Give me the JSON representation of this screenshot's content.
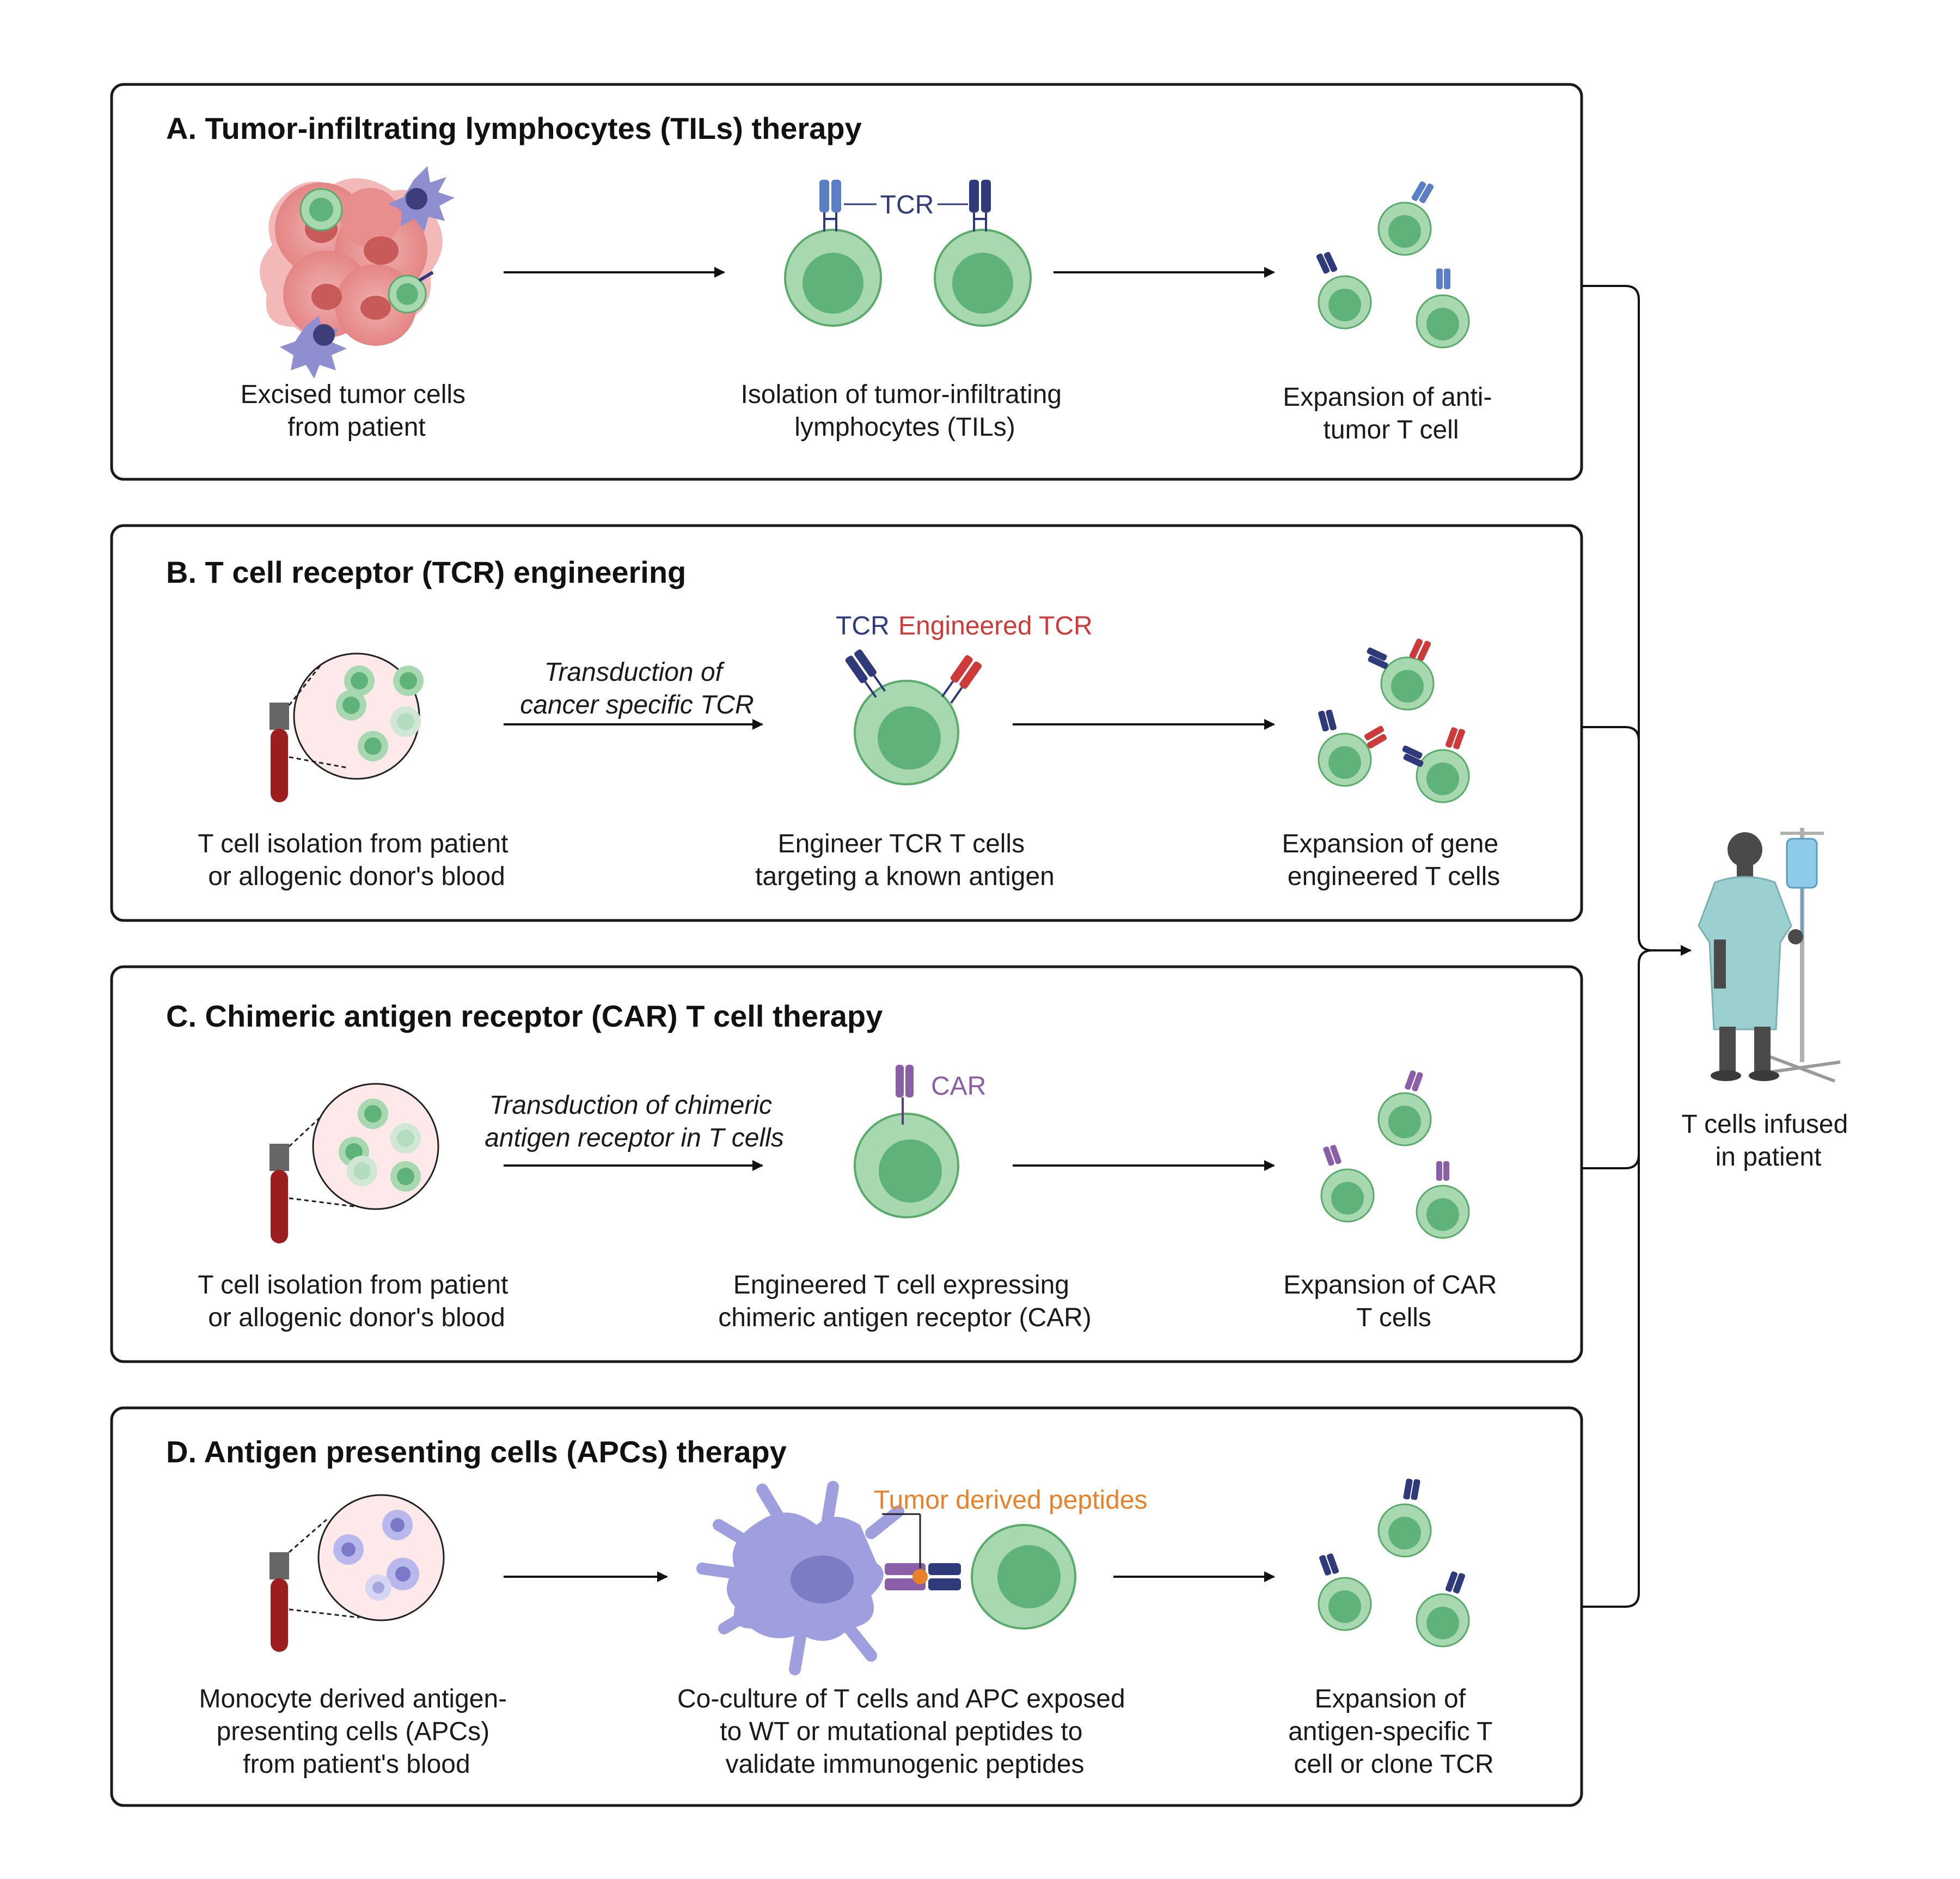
{
  "colors": {
    "cell_fill": "#a8d8b0",
    "cell_stroke": "#5aaa6c",
    "nucleus": "#5fb37a",
    "tcr_light": "#5b7fc4",
    "tcr_dark": "#2e3a7a",
    "engineered_red": "#cc3a3a",
    "car_purple": "#8a5fa8",
    "orange": "#e8822a",
    "tube_red": "#9b1d1d",
    "tumor_pink": "#e89a9a",
    "apc_purple": "#9f9fe0"
  },
  "panels": [
    {
      "title": "A. Tumor-infiltrating lymphocytes (TILs) therapy",
      "steps": [
        {
          "lines": [
            "Excised tumor cells",
            "from patient"
          ]
        },
        {
          "lines": [
            "Isolation of tumor-infiltrating",
            "lymphocytes (TILs)"
          ]
        },
        {
          "lines": [
            "Expansion of anti-",
            "tumor T cell"
          ]
        }
      ],
      "labels": {
        "tcr": "TCR"
      }
    },
    {
      "title": "B. T cell receptor (TCR) engineering",
      "steps": [
        {
          "lines": [
            "T cell isolation from patient",
            "or allogenic donor's blood"
          ]
        },
        {
          "lines": [
            "Engineer TCR T cells",
            "targeting a known antigen"
          ]
        },
        {
          "lines": [
            "Expansion of gene",
            "engineered T cells"
          ]
        }
      ],
      "arrow_lines": [
        "Transduction of",
        "cancer specific TCR"
      ],
      "labels": {
        "tcr": "TCR",
        "engineered": "Engineered TCR"
      }
    },
    {
      "title": "C. Chimeric antigen receptor (CAR) T cell therapy",
      "steps": [
        {
          "lines": [
            "T cell isolation from patient",
            "or allogenic donor's blood"
          ]
        },
        {
          "lines": [
            "Engineered T cell expressing",
            "chimeric antigen receptor (CAR)"
          ]
        },
        {
          "lines": [
            "Expansion of CAR",
            "T cells"
          ]
        }
      ],
      "arrow_lines": [
        "Transduction of chimeric",
        "antigen receptor in T cells"
      ],
      "labels": {
        "car": "CAR"
      }
    },
    {
      "title": "D. Antigen presenting cells (APCs) therapy",
      "steps": [
        {
          "lines": [
            "Monocyte derived antigen-",
            "presenting cells (APCs)",
            "from patient's blood"
          ]
        },
        {
          "lines": [
            "Co-culture of T cells and APC exposed",
            "to WT or mutational peptides to",
            "validate immunogenic peptides"
          ]
        },
        {
          "lines": [
            "Expansion of",
            "antigen-specific T",
            "cell or clone TCR"
          ]
        }
      ],
      "labels": {
        "peptides": "Tumor derived peptides"
      }
    }
  ],
  "patient": {
    "lines": [
      "T cells infused",
      "in patient"
    ]
  }
}
